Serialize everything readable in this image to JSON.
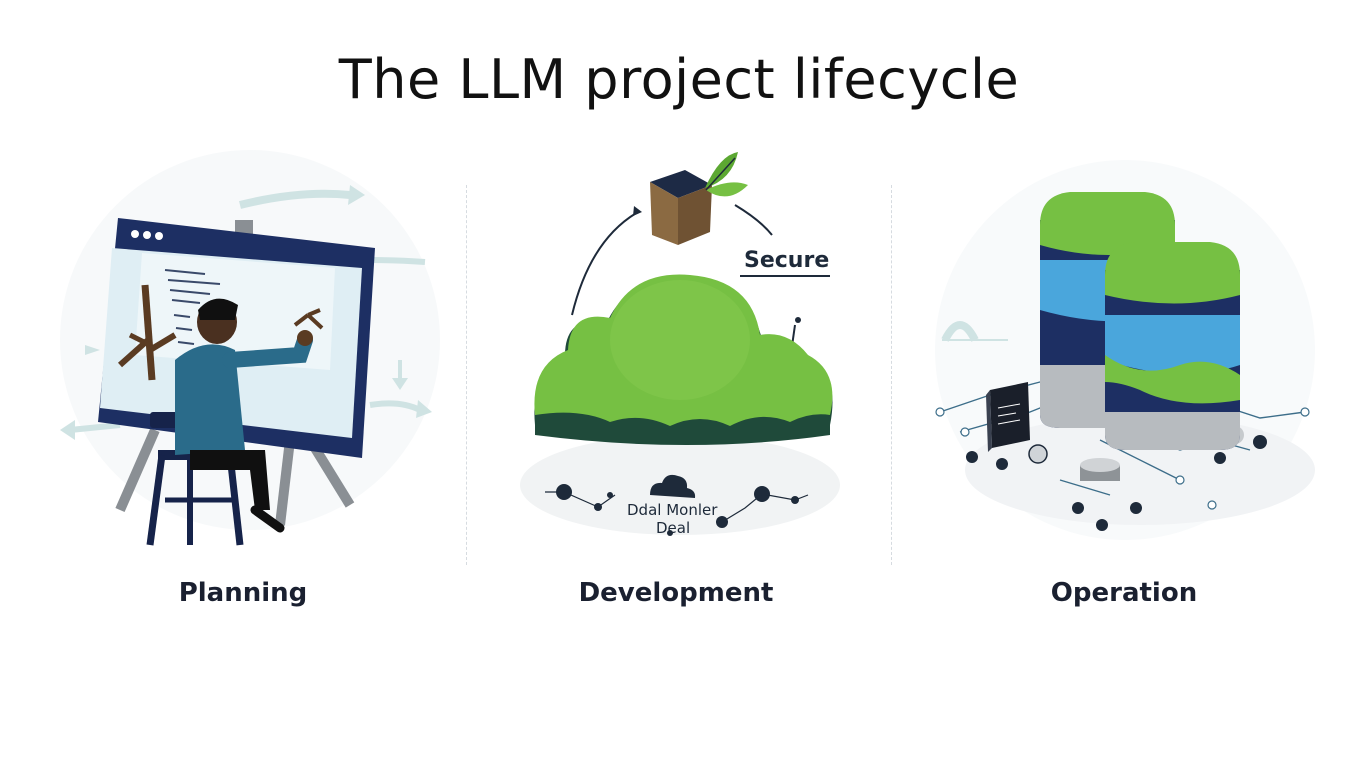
{
  "title": "The LLM project lifecycle",
  "stages": [
    {
      "label": "Planning",
      "icon": "person-at-whiteboard-icon"
    },
    {
      "label": "Development",
      "icon": "cloud-with-plant-icon",
      "caption_top": "Secure",
      "caption_bottom_line1": "Ddal Monler",
      "caption_bottom_line2": "Deal"
    },
    {
      "label": "Operation",
      "icon": "database-stacks-icon"
    }
  ],
  "colors": {
    "navy": "#1d2f63",
    "green": "#76c043",
    "sky": "#4aa6dc",
    "brown": "#8b6a42",
    "text": "#111111"
  }
}
